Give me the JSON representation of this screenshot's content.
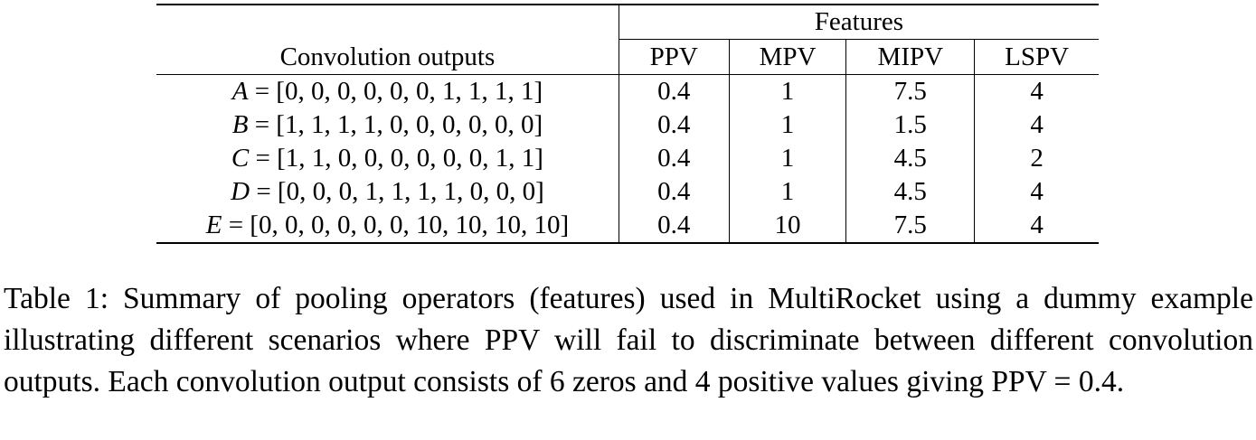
{
  "table": {
    "group_header": "Features",
    "columns": [
      "Convolution outputs",
      "PPV",
      "MPV",
      "MIPV",
      "LSPV"
    ],
    "rows": [
      {
        "var": "A",
        "vector": " = [0, 0, 0, 0, 0, 0, 1, 1, 1, 1]",
        "ppv": "0.4",
        "mpv": "1",
        "mipv": "7.5",
        "lspv": "4"
      },
      {
        "var": "B",
        "vector": " = [1, 1, 1, 1, 0, 0, 0, 0, 0, 0]",
        "ppv": "0.4",
        "mpv": "1",
        "mipv": "1.5",
        "lspv": "4"
      },
      {
        "var": "C",
        "vector": " = [1, 1, 0, 0, 0, 0, 0, 0, 1, 1]",
        "ppv": "0.4",
        "mpv": "1",
        "mipv": "4.5",
        "lspv": "2"
      },
      {
        "var": "D",
        "vector": " = [0, 0, 0, 1, 1, 1, 1, 0, 0, 0]",
        "ppv": "0.4",
        "mpv": "1",
        "mipv": "4.5",
        "lspv": "4"
      },
      {
        "var": "E",
        "vector": " = [0, 0, 0, 0, 0, 0, 10, 10, 10, 10]",
        "ppv": "0.4",
        "mpv": "10",
        "mipv": "7.5",
        "lspv": "4"
      }
    ]
  },
  "caption": "Table 1: Summary of pooling operators (features) used in MultiRocket using a dummy example illustrating different scenarios where PPV will fail to discriminate between different convolution outputs. Each convolution output consists of 6 zeros and 4 positive values giving PPV = 0.4."
}
